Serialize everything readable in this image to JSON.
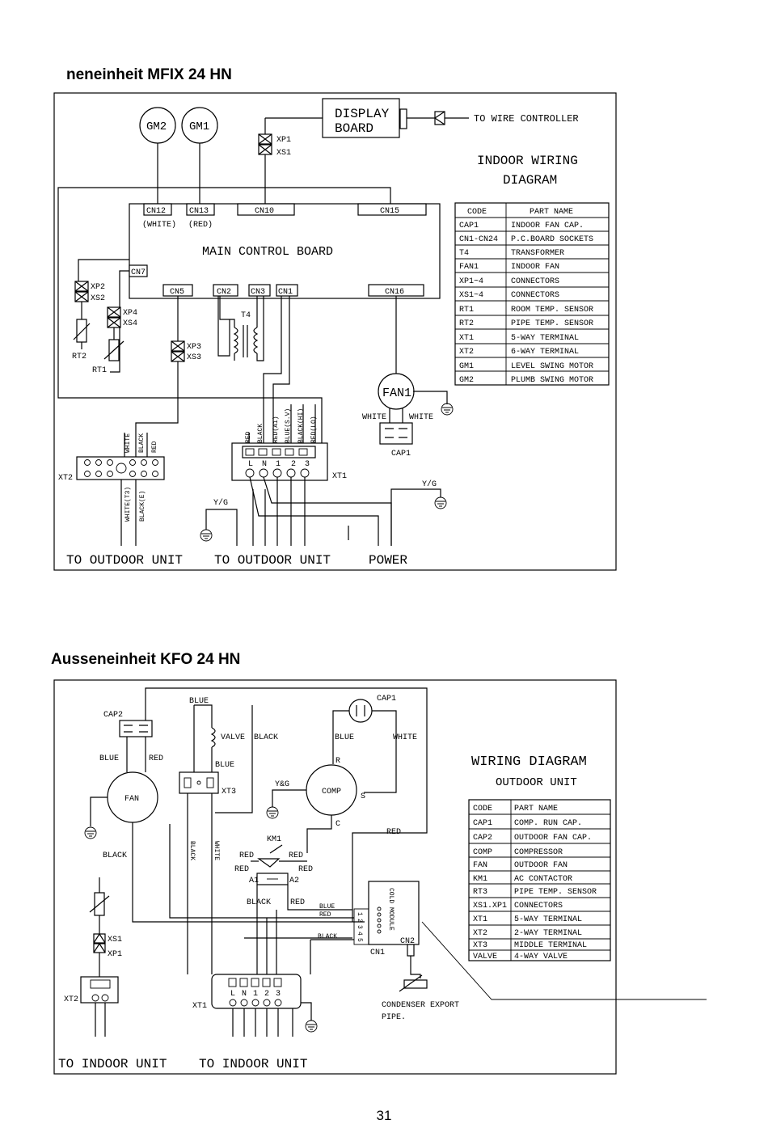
{
  "indoor": {
    "title": "neneinheit MFIX 24 HN",
    "display_board": [
      "DISPLAY",
      "BOARD"
    ],
    "wire_controller": "TO WIRE CONTROLLER",
    "diagram_title": [
      "INDOOR  WIRING",
      "DIAGRAM"
    ],
    "motors": [
      "GM2",
      "GM1"
    ],
    "main_board": "MAIN CONTROL BOARD",
    "sockets": {
      "cn12": "CN12",
      "cn13": "CN13",
      "cn10": "CN10",
      "cn15": "CN15",
      "cn7": "CN7",
      "cn5": "CN5",
      "cn2": "CN2",
      "cn3": "CN3",
      "cn1": "CN1",
      "cn16": "CN16"
    },
    "socket_colors": {
      "white": "(WHITE)",
      "red": "(RED)"
    },
    "connectors": {
      "xp1": "XP1",
      "xs1": "XS1",
      "xp2": "XP2",
      "xs2": "XS2",
      "xp4": "XP4",
      "xs4": "XS4",
      "xp3": "XP3",
      "xs3": "XS3"
    },
    "sensors": {
      "rt2": "RT2",
      "rt1": "RT1"
    },
    "transformer": "T4",
    "fan": "FAN1",
    "cap": "CAP1",
    "wires": {
      "white": "WHITE",
      "black": "BLACK",
      "red": "RED",
      "red_a1": "RED(A1)",
      "blue_sv": "BLUE(S.V)",
      "black_hi": "BLACK(HI)",
      "red_lo": "RED(LO)",
      "white_t3": "WHITE(T3)",
      "black_e": "BLACK(E)",
      "yg": "Y/G"
    },
    "terminals": {
      "xt1": "XT1",
      "xt2": "XT2",
      "labels": [
        "L",
        "N",
        "1",
        "2",
        "3"
      ]
    },
    "bottom": [
      "TO OUTDOOR UNIT",
      "TO OUTDOOR UNIT",
      "POWER"
    ],
    "table": {
      "headers": [
        "CODE",
        "PART NAME"
      ],
      "rows": [
        [
          "CAP1",
          "INDOOR FAN CAP."
        ],
        [
          "CN1-CN24",
          "P.C.BOARD SOCKETS"
        ],
        [
          "T4",
          "TRANSFORMER"
        ],
        [
          "FAN1",
          "INDOOR FAN"
        ],
        [
          "XP1~4",
          "CONNECTORS"
        ],
        [
          "XS1~4",
          "CONNECTORS"
        ],
        [
          "RT1",
          "ROOM TEMP. SENSOR"
        ],
        [
          "RT2",
          "PIPE TEMP. SENSOR"
        ],
        [
          "XT1",
          "5-WAY TERMINAL"
        ],
        [
          "XT2",
          "6-WAY TERMINAL"
        ],
        [
          "GM1",
          "LEVEL SWING MOTOR"
        ],
        [
          "GM2",
          "PLUMB SWING MOTOR"
        ]
      ]
    }
  },
  "outdoor": {
    "title": "Ausseneinheit KFO 24 HN",
    "diagram_title": [
      "WIRING DIAGRAM",
      "OUTDOOR UNIT"
    ],
    "components": {
      "cap2": "CAP2",
      "cap1": "CAP1",
      "fan": "FAN",
      "comp": "COMP",
      "valve": "VALVE",
      "xt3": "XT3",
      "km1": "KM1",
      "a1": "A1",
      "a2": "A2",
      "r": "R",
      "s": "S",
      "c": "C",
      "cold_module": "COLD MODULE",
      "cn1": "CN1",
      "cn2": "CN2",
      "xs1": "XS1",
      "xp1": "XP1",
      "xt2": "XT2",
      "xt1": "XT1"
    },
    "wires": {
      "blue": "BLUE",
      "red": "RED",
      "black": "BLACK",
      "white": "WHITE",
      "yg": "Y&G"
    },
    "module_pins": [
      "1",
      "2",
      "3",
      "4",
      "5"
    ],
    "terminal_labels": [
      "L",
      "N",
      "1",
      "2",
      "3"
    ],
    "condenser": [
      "CONDENSER EXPORT",
      "PIPE."
    ],
    "bottom": [
      "TO INDOOR UNIT",
      "TO INDOOR UNIT"
    ],
    "table": {
      "headers": [
        "CODE",
        "PART NAME"
      ],
      "rows": [
        [
          "CAP1",
          "COMP. RUN CAP."
        ],
        [
          "CAP2",
          "OUTDOOR FAN CAP."
        ],
        [
          "COMP",
          "COMPRESSOR"
        ],
        [
          "FAN",
          "OUTDOOR FAN"
        ],
        [
          "KM1",
          "AC CONTACTOR"
        ],
        [
          "RT3",
          "PIPE TEMP. SENSOR"
        ],
        [
          "XS1.XP1",
          "CONNECTORS"
        ],
        [
          "XT1",
          "5-WAY TERMINAL"
        ],
        [
          "XT2",
          "2-WAY TERMINAL"
        ],
        [
          "XT3",
          "MIDDLE TERMINAL"
        ],
        [
          "VALVE",
          "4-WAY VALVE"
        ]
      ]
    }
  },
  "page_number": "31"
}
